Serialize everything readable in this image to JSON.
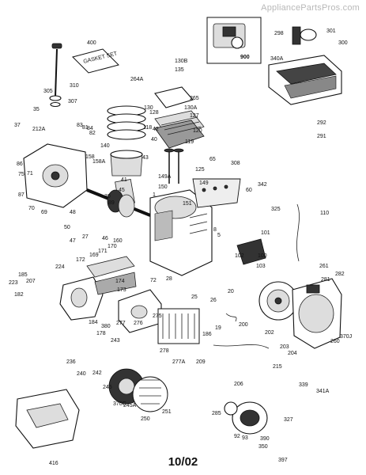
{
  "watermark": "AppliancePartsPros.com",
  "revision": "10/02",
  "part_labels": [
    "1",
    "5",
    "8",
    "19",
    "20",
    "25",
    "26",
    "27",
    "28",
    "30",
    "35",
    "37",
    "40",
    "41",
    "42",
    "43",
    "45",
    "46",
    "47",
    "48",
    "50",
    "60",
    "65",
    "69",
    "70",
    "71",
    "72",
    "75",
    "81",
    "82",
    "83",
    "84",
    "86",
    "87",
    "89",
    "92",
    "93",
    "100",
    "101",
    "102",
    "103",
    "110",
    "118",
    "119",
    "120",
    "125",
    "127",
    "128",
    "130",
    "130A",
    "130B",
    "135",
    "140",
    "149",
    "149A",
    "150",
    "151",
    "158",
    "158A",
    "160",
    "169",
    "170",
    "171",
    "172",
    "173",
    "174",
    "178",
    "182",
    "184",
    "185",
    "186",
    "200",
    "202",
    "203",
    "204",
    "206",
    "207",
    "209",
    "212A",
    "215",
    "223",
    "224",
    "236",
    "240",
    "242",
    "243",
    "245",
    "245A",
    "250",
    "251",
    "260",
    "261",
    "264A",
    "265",
    "275",
    "276",
    "277",
    "277A",
    "278",
    "281",
    "282",
    "285",
    "291",
    "292",
    "298",
    "300",
    "301",
    "305",
    "307",
    "308",
    "310",
    "325",
    "327",
    "339",
    "340A",
    "341A",
    "342",
    "350",
    "370G",
    "370J",
    "380",
    "390",
    "397",
    "400",
    "416",
    "900"
  ],
  "gasket_set_label": "GASKET SET"
}
